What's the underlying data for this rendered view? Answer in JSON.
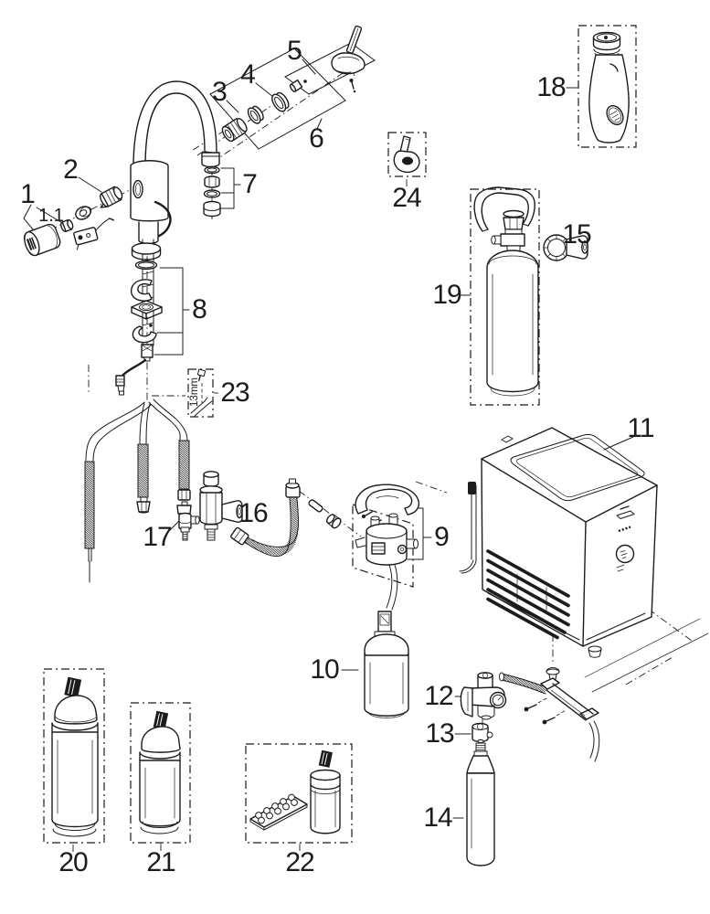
{
  "colors": {
    "background": "#ffffff",
    "line": "#1c1c1c"
  },
  "part_labels": {
    "p1": "1",
    "p1_1": "1.1",
    "p2": "2",
    "p3": "3",
    "p4": "4",
    "p5": "5",
    "p6": "6",
    "p7": "7",
    "p8": "8",
    "p9": "9",
    "p10": "10",
    "p11": "11",
    "p12": "12",
    "p13": "13",
    "p14": "14",
    "p15": "15",
    "p16": "16",
    "p17": "17",
    "p18": "18",
    "p19": "19",
    "p20": "20",
    "p21": "21",
    "p22": "22",
    "p23": "23",
    "p24": "24"
  },
  "annotations": {
    "wrench_size": "13mm"
  }
}
